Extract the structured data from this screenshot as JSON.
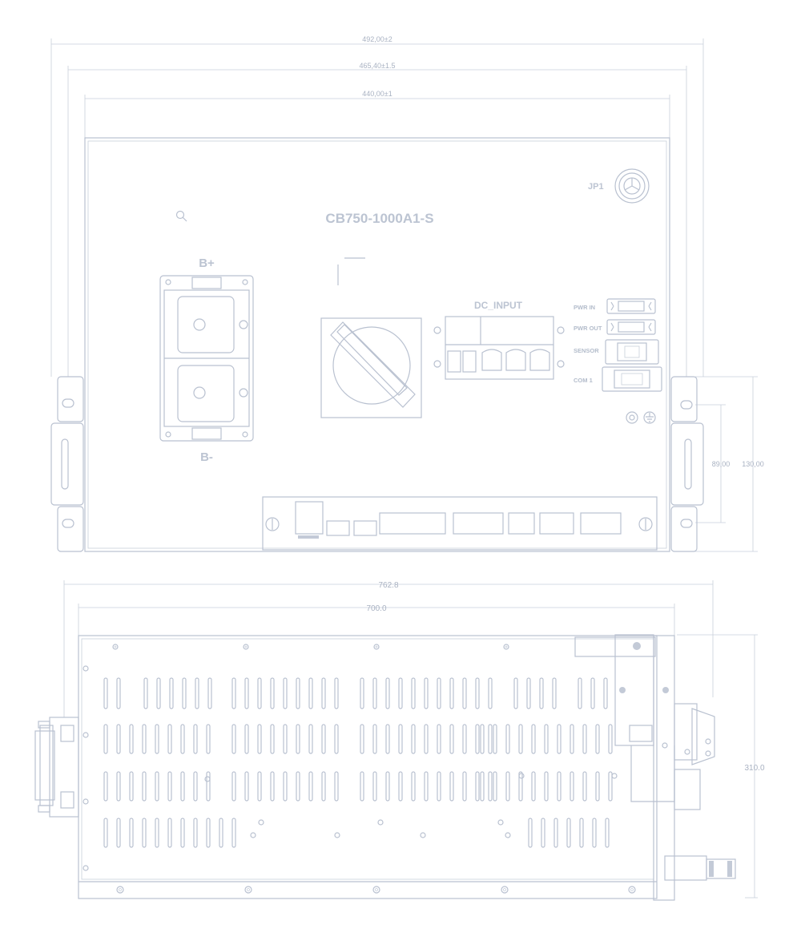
{
  "top_view": {
    "dimensions": {
      "overall_width": "492,00±2",
      "flange_width": "465,40±1.5",
      "body_width": "440,00±1",
      "mount_spacing": "89,00",
      "mount_height": "130,00"
    },
    "labels": {
      "model": "CB750-1000A1-S",
      "jp1": "JP1",
      "b_plus": "B+",
      "b_minus": "B-",
      "dc_input": "DC_INPUT",
      "pwr_in": "PWR IN",
      "pwr_out": "PWR OUT",
      "sensor": "SENSOR",
      "com1": "COM 1"
    },
    "icons": [
      "search-icon",
      "ground-icon",
      "rotary-switch-icon",
      "connector-icon"
    ]
  },
  "side_view": {
    "dimensions": {
      "overall_length": "762.8",
      "body_length": "700.0",
      "height": "310.0"
    }
  },
  "colors": {
    "line": "#b9c1d0",
    "text": "#bcc4d2"
  }
}
